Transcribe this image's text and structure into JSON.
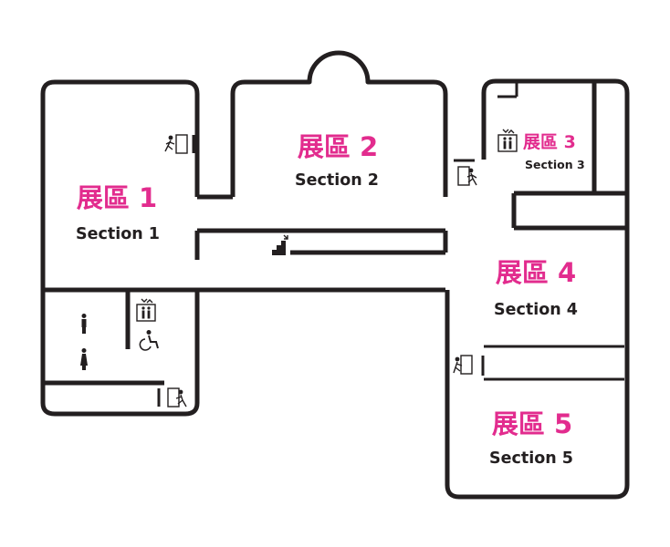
{
  "sections": [
    {
      "zh": "展區 1",
      "en": "Section 1"
    },
    {
      "zh": "展區 2",
      "en": "Section 2"
    },
    {
      "zh": "展區 3",
      "en": "Section 3"
    },
    {
      "zh": "展區 4",
      "en": "Section 4"
    },
    {
      "zh": "展區 5",
      "en": "Section 5"
    }
  ],
  "colors": {
    "accent": "#e22c8e",
    "walls": "#231f20",
    "background": "#ffffff"
  },
  "icons": [
    "emergency-exit-icon",
    "elevator-icon",
    "staircase-icon",
    "male-restroom-icon",
    "female-restroom-icon",
    "accessible-restroom-icon"
  ]
}
